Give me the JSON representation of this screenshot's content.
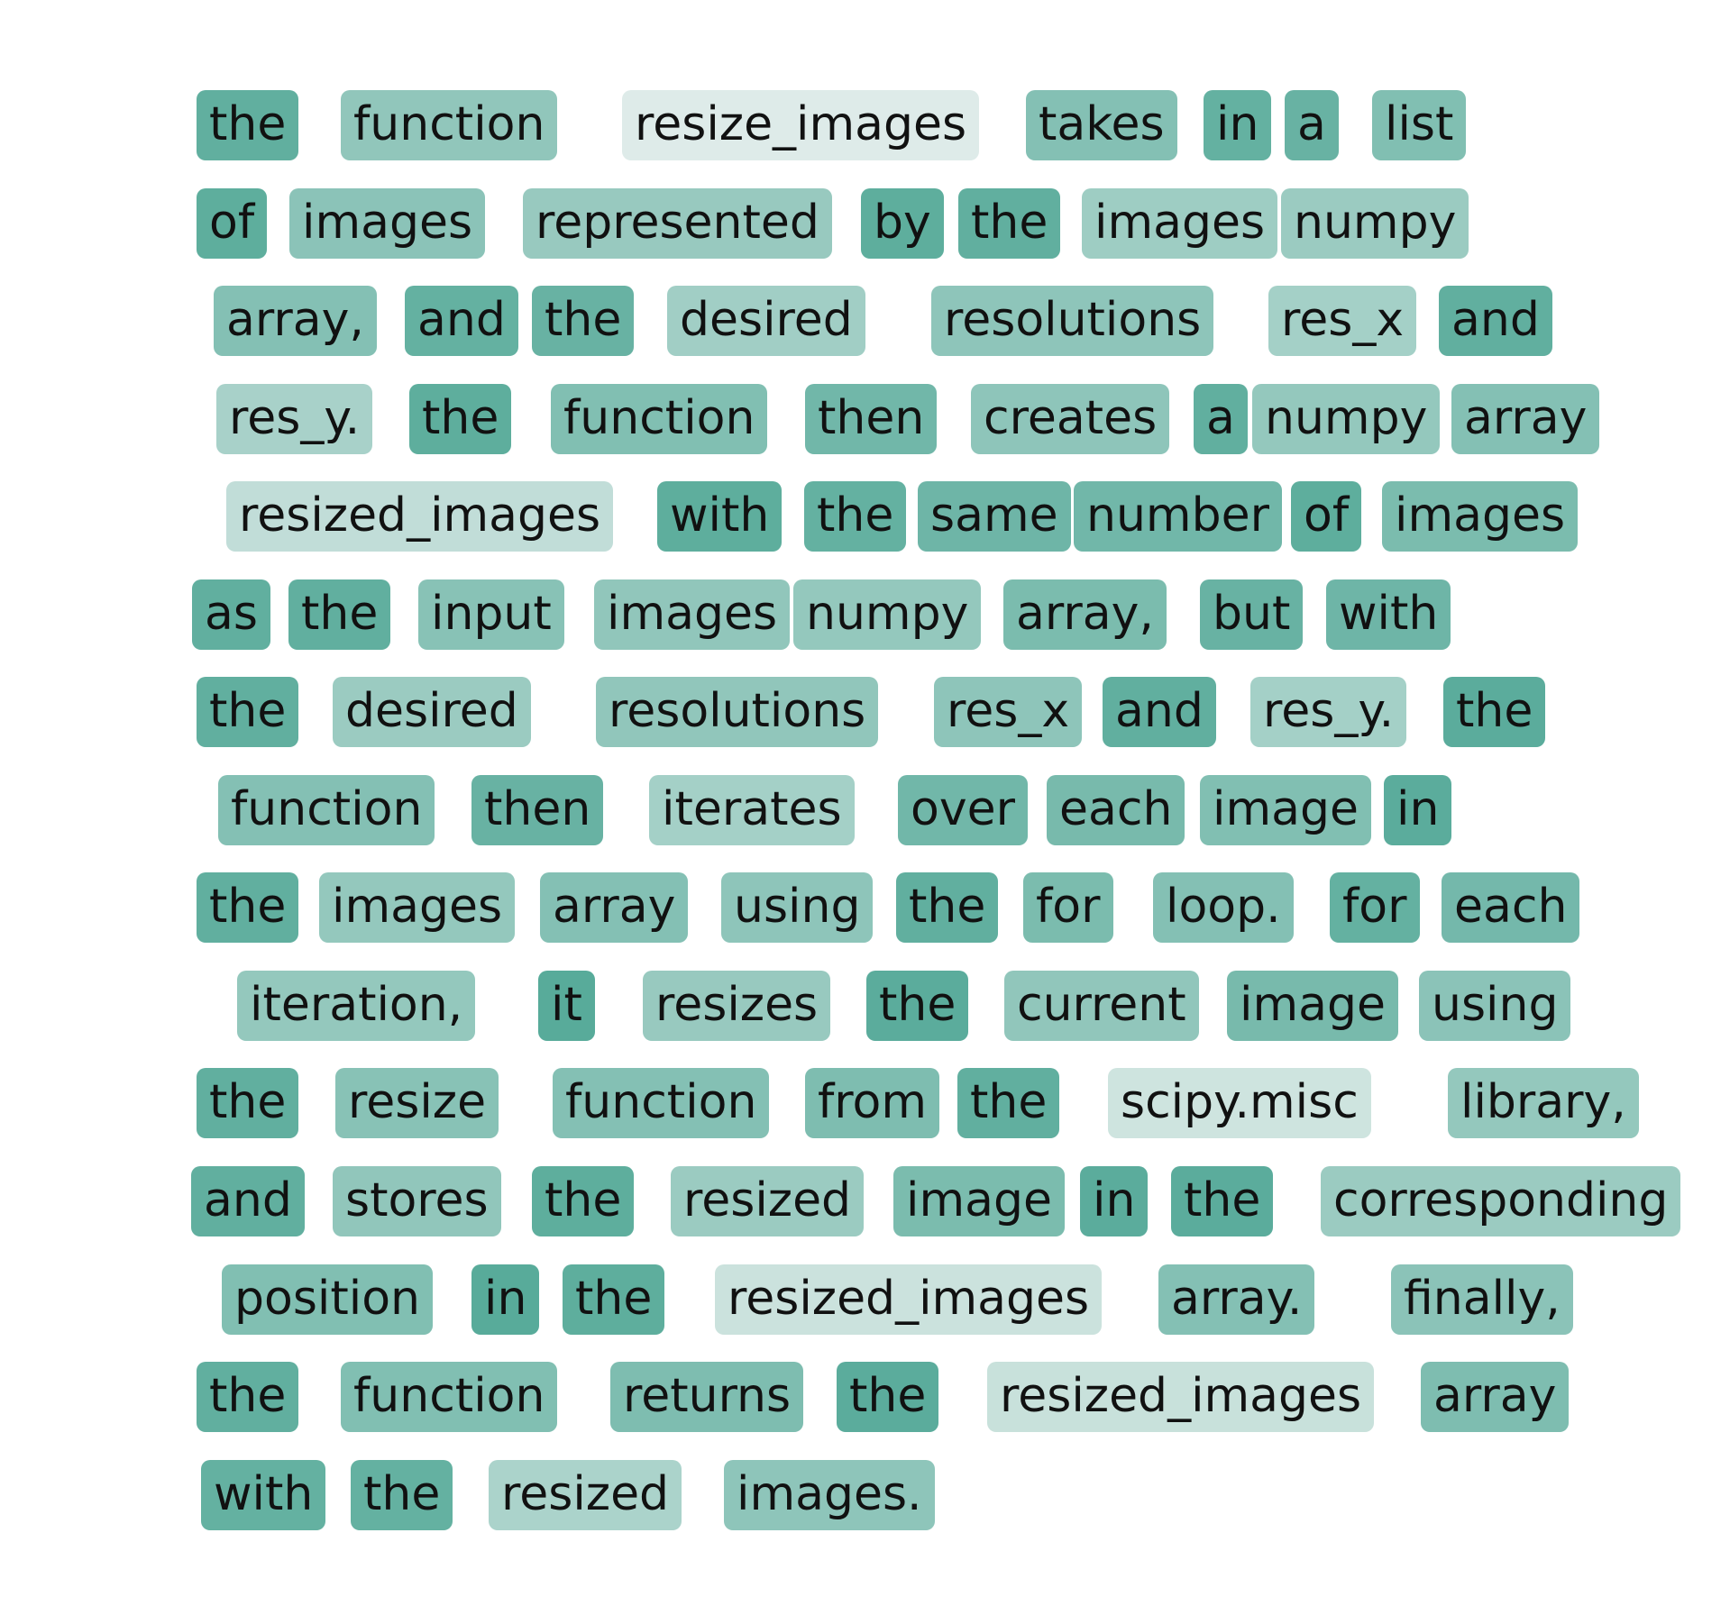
{
  "tokens": [
    {
      "text": "the",
      "weight": 0.88
    },
    {
      "text": "function",
      "weight": 0.58
    },
    {
      "text": "resize_images",
      "weight": 0.1
    },
    {
      "text": "takes",
      "weight": 0.66
    },
    {
      "text": "in",
      "weight": 0.86
    },
    {
      "text": "a",
      "weight": 0.84
    },
    {
      "text": "list",
      "weight": 0.68
    },
    {
      "text": "of",
      "weight": 0.9
    },
    {
      "text": "images",
      "weight": 0.62
    },
    {
      "text": "represented",
      "weight": 0.54
    },
    {
      "text": "by",
      "weight": 0.9
    },
    {
      "text": "the",
      "weight": 0.88
    },
    {
      "text": "images",
      "weight": 0.5
    },
    {
      "text": "numpy",
      "weight": 0.52
    },
    {
      "text": "array,",
      "weight": 0.66
    },
    {
      "text": "and",
      "weight": 0.86
    },
    {
      "text": "the",
      "weight": 0.84
    },
    {
      "text": "desired",
      "weight": 0.48
    },
    {
      "text": "resolutions",
      "weight": 0.6
    },
    {
      "text": "res_x",
      "weight": 0.46
    },
    {
      "text": "and",
      "weight": 0.88
    },
    {
      "text": "res_y.",
      "weight": 0.44
    },
    {
      "text": "the",
      "weight": 0.9
    },
    {
      "text": "function",
      "weight": 0.68
    },
    {
      "text": "then",
      "weight": 0.78
    },
    {
      "text": "creates",
      "weight": 0.6
    },
    {
      "text": "a",
      "weight": 0.88
    },
    {
      "text": "numpy",
      "weight": 0.56
    },
    {
      "text": "array",
      "weight": 0.66
    },
    {
      "text": "resized_images",
      "weight": 0.28
    },
    {
      "text": "with",
      "weight": 0.9
    },
    {
      "text": "the",
      "weight": 0.86
    },
    {
      "text": "same",
      "weight": 0.8
    },
    {
      "text": "number",
      "weight": 0.78
    },
    {
      "text": "of",
      "weight": 0.9
    },
    {
      "text": "images",
      "weight": 0.72
    },
    {
      "text": "as",
      "weight": 0.88
    },
    {
      "text": "the",
      "weight": 0.88
    },
    {
      "text": "input",
      "weight": 0.64
    },
    {
      "text": "images",
      "weight": 0.58
    },
    {
      "text": "numpy",
      "weight": 0.56
    },
    {
      "text": "array,",
      "weight": 0.72
    },
    {
      "text": "but",
      "weight": 0.84
    },
    {
      "text": "with",
      "weight": 0.8
    },
    {
      "text": "the",
      "weight": 0.88
    },
    {
      "text": "desired",
      "weight": 0.52
    },
    {
      "text": "resolutions",
      "weight": 0.58
    },
    {
      "text": "res_x",
      "weight": 0.6
    },
    {
      "text": "and",
      "weight": 0.88
    },
    {
      "text": "res_y.",
      "weight": 0.46
    },
    {
      "text": "the",
      "weight": 0.92
    },
    {
      "text": "function",
      "weight": 0.66
    },
    {
      "text": "then",
      "weight": 0.84
    },
    {
      "text": "iterates",
      "weight": 0.46
    },
    {
      "text": "over",
      "weight": 0.78
    },
    {
      "text": "each",
      "weight": 0.74
    },
    {
      "text": "image",
      "weight": 0.68
    },
    {
      "text": "in",
      "weight": 0.92
    },
    {
      "text": "the",
      "weight": 0.88
    },
    {
      "text": "images",
      "weight": 0.56
    },
    {
      "text": "array",
      "weight": 0.66
    },
    {
      "text": "using",
      "weight": 0.6
    },
    {
      "text": "the",
      "weight": 0.88
    },
    {
      "text": "for",
      "weight": 0.72
    },
    {
      "text": "loop.",
      "weight": 0.66
    },
    {
      "text": "for",
      "weight": 0.86
    },
    {
      "text": "each",
      "weight": 0.76
    },
    {
      "text": "iteration,",
      "weight": 0.56
    },
    {
      "text": "it",
      "weight": 0.94
    },
    {
      "text": "resizes",
      "weight": 0.54
    },
    {
      "text": "the",
      "weight": 0.92
    },
    {
      "text": "current",
      "weight": 0.58
    },
    {
      "text": "image",
      "weight": 0.74
    },
    {
      "text": "using",
      "weight": 0.62
    },
    {
      "text": "the",
      "weight": 0.88
    },
    {
      "text": "resize",
      "weight": 0.64
    },
    {
      "text": "function",
      "weight": 0.66
    },
    {
      "text": "from",
      "weight": 0.7
    },
    {
      "text": "the",
      "weight": 0.88
    },
    {
      "text": "scipy.misc",
      "weight": 0.2
    },
    {
      "text": "library,",
      "weight": 0.56
    },
    {
      "text": "and",
      "weight": 0.88
    },
    {
      "text": "stores",
      "weight": 0.58
    },
    {
      "text": "the",
      "weight": 0.9
    },
    {
      "text": "resized",
      "weight": 0.52
    },
    {
      "text": "image",
      "weight": 0.72
    },
    {
      "text": "in",
      "weight": 0.92
    },
    {
      "text": "the",
      "weight": 0.92
    },
    {
      "text": "corresponding",
      "weight": 0.52
    },
    {
      "text": "position",
      "weight": 0.68
    },
    {
      "text": "in",
      "weight": 0.94
    },
    {
      "text": "the",
      "weight": 0.9
    },
    {
      "text": "resized_images",
      "weight": 0.22
    },
    {
      "text": "array.",
      "weight": 0.66
    },
    {
      "text": "finally,",
      "weight": 0.62
    },
    {
      "text": "the",
      "weight": 0.88
    },
    {
      "text": "function",
      "weight": 0.68
    },
    {
      "text": "returns",
      "weight": 0.7
    },
    {
      "text": "the",
      "weight": 0.92
    },
    {
      "text": "resized_images",
      "weight": 0.24
    },
    {
      "text": "array",
      "weight": 0.7
    },
    {
      "text": "with",
      "weight": 0.86
    },
    {
      "text": "the",
      "weight": 0.86
    },
    {
      "text": "resized",
      "weight": 0.42
    },
    {
      "text": "images.",
      "weight": 0.6
    }
  ],
  "colors": {
    "low": "#eef3f2",
    "high": "#4ea694",
    "text": "#111111"
  }
}
